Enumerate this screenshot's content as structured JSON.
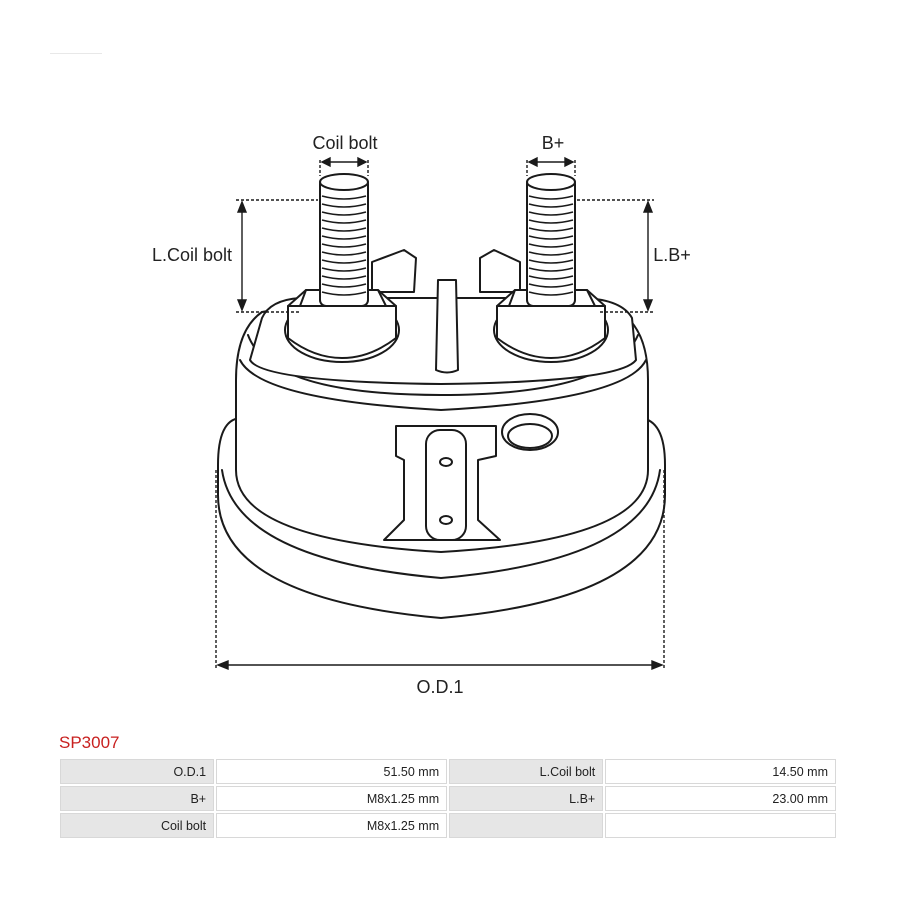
{
  "labels": {
    "coil_bolt": "Coil bolt",
    "b_plus": "B+",
    "l_coil_bolt": "L.Coil bolt",
    "l_b_plus": "L.B+",
    "od1": "O.D.1"
  },
  "part_code": "SP3007",
  "specs": {
    "rows": [
      [
        {
          "key": "O.D.1",
          "value": "51.50 mm"
        },
        {
          "key": "L.Coil bolt",
          "value": "14.50 mm"
        }
      ],
      [
        {
          "key": "B+",
          "value": "M8x1.25 mm"
        },
        {
          "key": "L.B+",
          "value": "23.00 mm"
        }
      ],
      [
        {
          "key": "Coil bolt",
          "value": "M8x1.25 mm"
        },
        {
          "key": "",
          "value": ""
        }
      ]
    ]
  },
  "colors": {
    "part_code": "#c8201f",
    "line": "#1a1a1a",
    "key_cell": "#e6e6e6"
  }
}
